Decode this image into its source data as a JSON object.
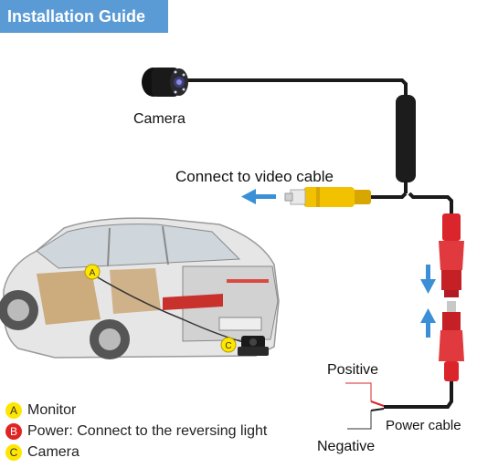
{
  "title": "Installation Guide",
  "labels": {
    "camera": "Camera",
    "connect_video": "Connect  to video cable",
    "positive": "Positive",
    "power_cable": "Power cable",
    "negative": "Negative"
  },
  "car_markers": {
    "a": "A",
    "c": "C"
  },
  "legend": [
    {
      "letter": "A",
      "text": "Monitor",
      "color": "#ffe600"
    },
    {
      "letter": "B",
      "text": "Power: Connect to the reversing light",
      "color": "#e02424"
    },
    {
      "letter": "C",
      "text": "Camera",
      "color": "#ffe600"
    }
  ],
  "colors": {
    "title_bg": "#5b9bd5",
    "arrow": "#3a8fd6",
    "rca_yellow": "#f2c200",
    "dc_red": "#d9252b",
    "cable": "#1a1a1a"
  }
}
